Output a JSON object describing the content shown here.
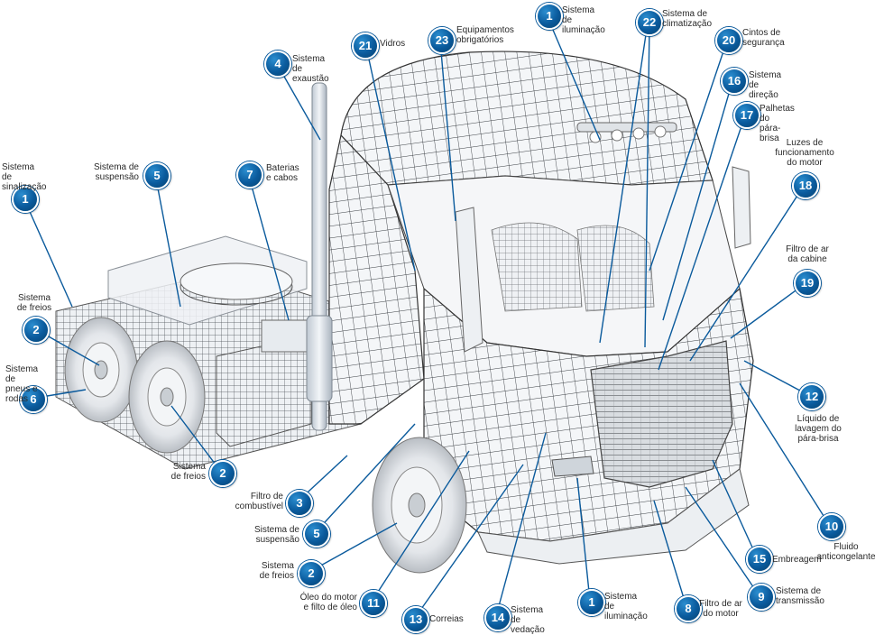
{
  "diagram": {
    "accent_color": "#0a5a9c",
    "line_color": "#0a5a9c",
    "callouts": [
      {
        "number": "1",
        "label": "Sistema de\nsinalização"
      },
      {
        "number": "2",
        "label": "Sistema\nde freios"
      },
      {
        "number": "6",
        "label": "Sistema de\npneus e rodas"
      },
      {
        "number": "5",
        "label": "Sistema de\nsuspensão"
      },
      {
        "number": "7",
        "label": "Baterias\ne cabos"
      },
      {
        "number": "4",
        "label": "Sistema de\nexaustão"
      },
      {
        "number": "21",
        "label": "Vidros"
      },
      {
        "number": "23",
        "label": "Equipamentos\nobrigatórios"
      },
      {
        "number": "1",
        "label": "Sistema de\niluminação"
      },
      {
        "number": "22",
        "label": "Sistema de\nclimatização"
      },
      {
        "number": "20",
        "label": "Cintos de\nsegurança"
      },
      {
        "number": "16",
        "label": "Sistema\nde direção"
      },
      {
        "number": "17",
        "label": "Palhetas do\npára-brisa"
      },
      {
        "number": "18",
        "label": "Luzes de\nfuncionamento\ndo motor"
      },
      {
        "number": "19",
        "label": "Filtro de ar\nda cabine"
      },
      {
        "number": "12",
        "label": "Líquido de\nlavagem do\npára-brisa"
      },
      {
        "number": "10",
        "label": "Fluido\nanticongelante"
      },
      {
        "number": "15",
        "label": "Embreagem"
      },
      {
        "number": "9",
        "label": "Sistema de\ntransmissão"
      },
      {
        "number": "8",
        "label": "Filtro de ar\ndo motor"
      },
      {
        "number": "1",
        "label": "Sistema de\niluminação"
      },
      {
        "number": "14",
        "label": "Sistema\nde vedação"
      },
      {
        "number": "13",
        "label": "Correias"
      },
      {
        "number": "11",
        "label": "Óleo do motor\ne filto de óleo"
      },
      {
        "number": "2",
        "label": "Sistema\nde freios"
      },
      {
        "number": "5",
        "label": "Sistema de\nsuspensão"
      },
      {
        "number": "3",
        "label": "Filtro de\ncombustível"
      },
      {
        "number": "2",
        "label": "Sistema\nde freios"
      }
    ]
  }
}
